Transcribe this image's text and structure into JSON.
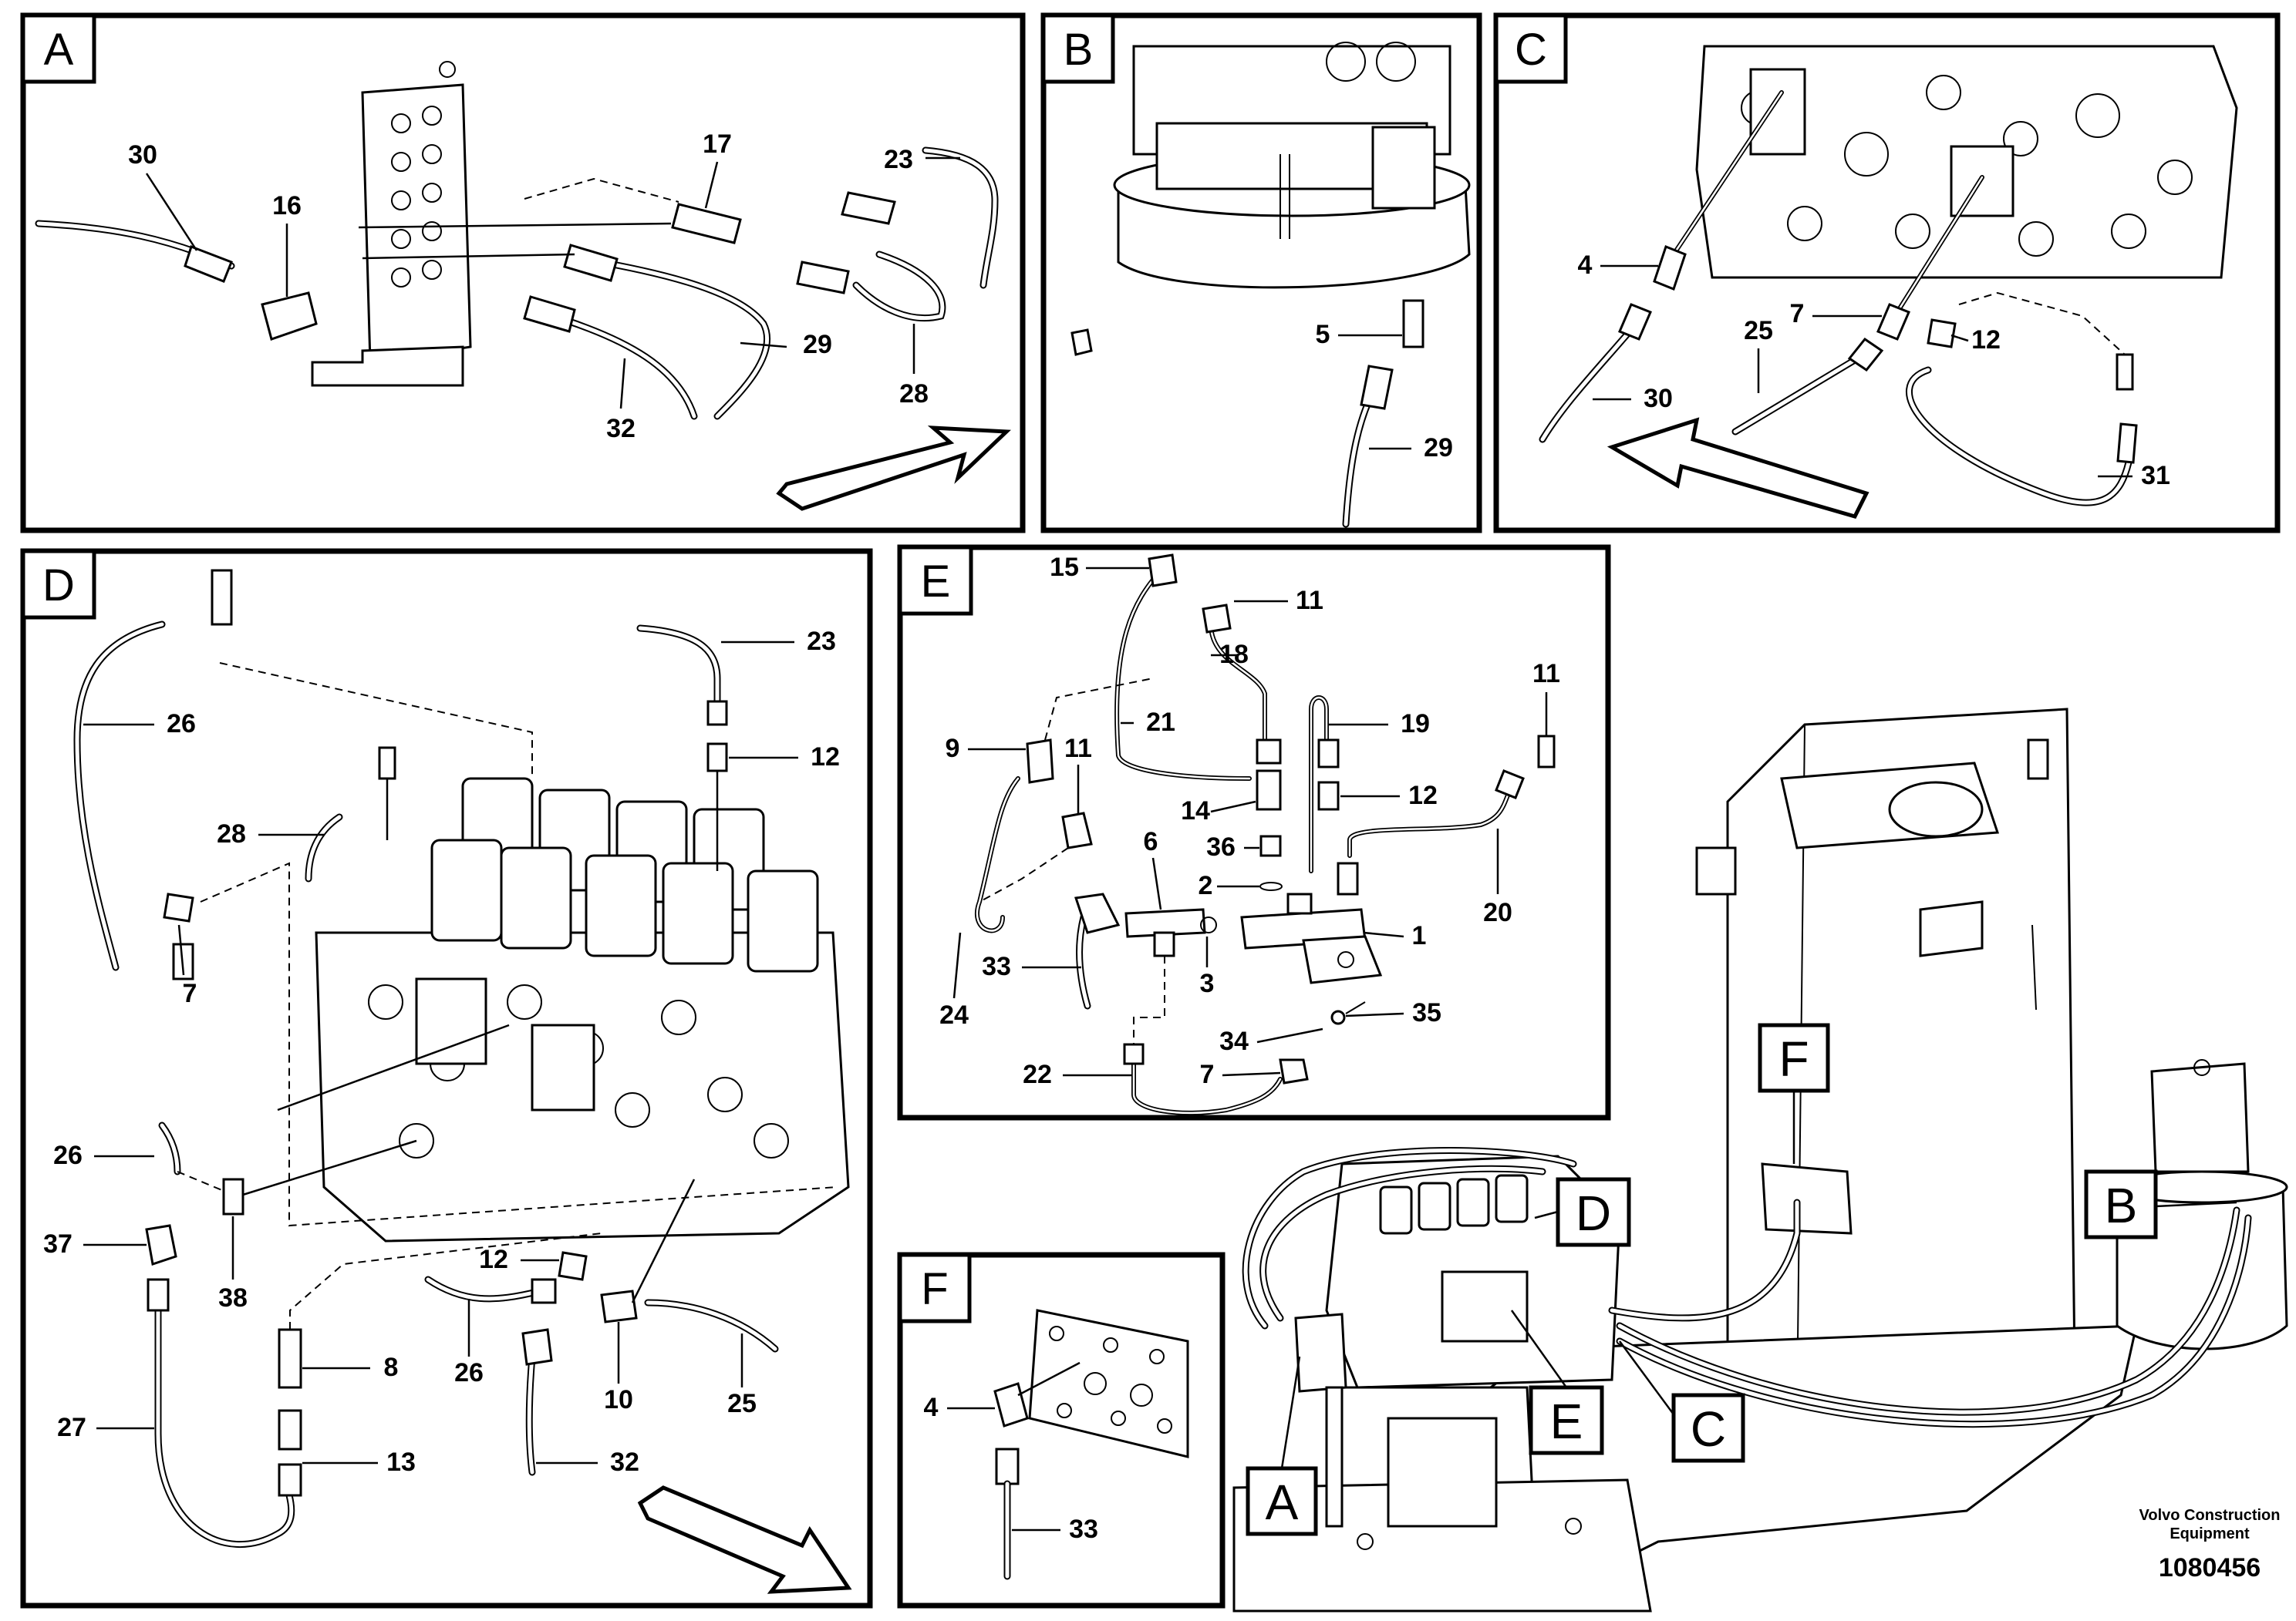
{
  "panels": {
    "A": {
      "letter": "A",
      "labels": [
        "30",
        "16",
        "17",
        "23",
        "29",
        "28",
        "32"
      ]
    },
    "B": {
      "letter": "B",
      "labels": [
        "5",
        "29"
      ]
    },
    "C": {
      "letter": "C",
      "labels": [
        "4",
        "7",
        "25",
        "12",
        "30",
        "31"
      ]
    },
    "D": {
      "letter": "D",
      "labels": [
        "23",
        "26",
        "12",
        "28",
        "7",
        "26",
        "37",
        "38",
        "12",
        "8",
        "26",
        "10",
        "25",
        "13",
        "32",
        "27"
      ]
    },
    "E": {
      "letter": "E",
      "labels": [
        "15",
        "11",
        "18",
        "9",
        "21",
        "11",
        "19",
        "14",
        "12",
        "11",
        "36",
        "6",
        "2",
        "20",
        "1",
        "33",
        "3",
        "24",
        "35",
        "34",
        "22",
        "7"
      ]
    },
    "F": {
      "letter": "F",
      "labels": [
        "4",
        "33"
      ]
    }
  },
  "overview": {
    "callouts": [
      "D",
      "B",
      "F",
      "A",
      "E",
      "C"
    ]
  },
  "footer": {
    "brand_line1": "Volvo Construction",
    "brand_line2": "Equipment",
    "doc_number": "1080456"
  }
}
